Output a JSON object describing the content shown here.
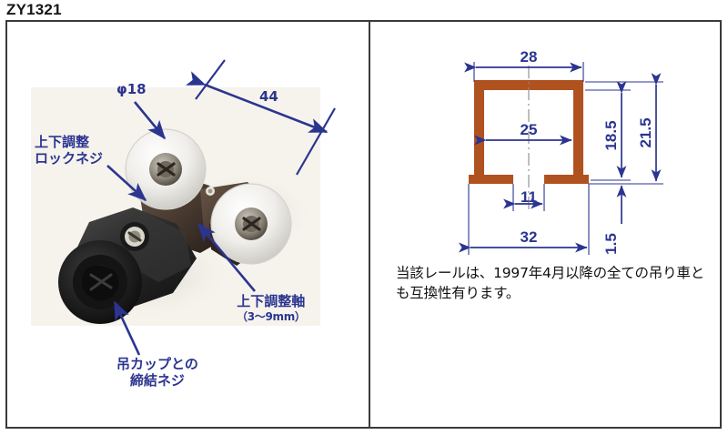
{
  "product": {
    "code": "ZY1321"
  },
  "left_panel": {
    "photo": {
      "alt_name": "hanger-roller-assembly-photo",
      "colors": {
        "background": "#f6f3ed",
        "roller": "#e9e7e2",
        "bracket": "#4a3c33",
        "body": "#2d2d2d"
      }
    },
    "annotations": [
      {
        "id": "lock-screw",
        "lines": [
          "上下調整",
          "ロックネジ"
        ],
        "line1": "上下調整",
        "line2": "ロックネジ"
      },
      {
        "id": "phi18",
        "label": "φ18"
      },
      {
        "id": "span-44",
        "label": "44"
      },
      {
        "id": "adjust-shaft",
        "line1": "上下調整軸",
        "line2": "（3〜9mm）"
      },
      {
        "id": "cup-screw",
        "line1": "吊カップとの",
        "line2": "締結ネジ"
      }
    ]
  },
  "right_panel": {
    "rail_section": {
      "title": "rail-cross-section",
      "color": "#b0521f",
      "dimension_color": "#2b3590",
      "dimensions": {
        "outer_top_width": "28",
        "inner_width": "25",
        "inner_height": "18.5",
        "overall_height": "21.5",
        "gap_width": "11",
        "base_width": "32",
        "flange_height": "1.5"
      }
    },
    "note": {
      "line1": "当該レールは、1997年4月以降の全ての吊",
      "line2": "り車とも互換性有ります。"
    }
  },
  "chart_data": {
    "type": "table",
    "title": "ZY1321 rail cross-section dimensions (mm)",
    "categories": [
      "outer_top_width",
      "inner_width",
      "inner_height",
      "overall_height",
      "gap_width",
      "base_width",
      "flange_height"
    ],
    "values": [
      28,
      25,
      18.5,
      21.5,
      11,
      32,
      1.5
    ],
    "labels": [
      "28",
      "25",
      "18.5",
      "21.5",
      "11",
      "32",
      "1.5"
    ],
    "extra_dimensions": {
      "roller_diameter": 18,
      "roller_span": 44,
      "adjust_range_mm": "3〜9"
    },
    "xlabel": "",
    "ylabel": "mm"
  }
}
